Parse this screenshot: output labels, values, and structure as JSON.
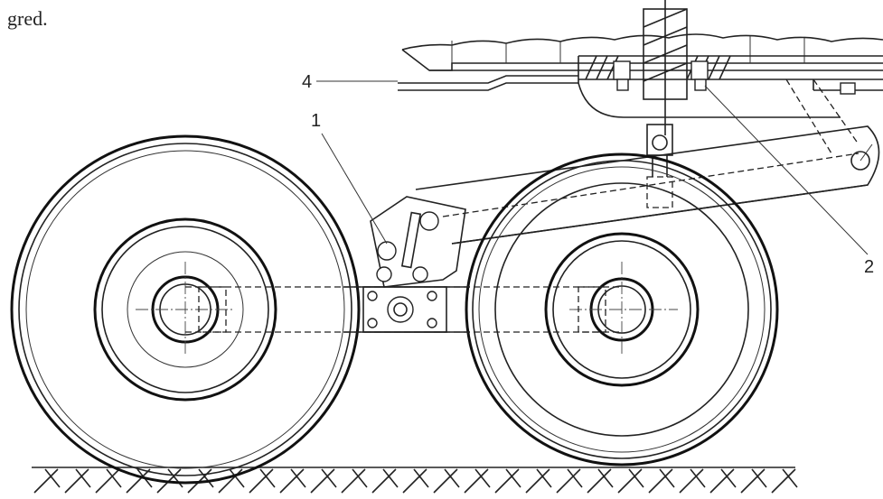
{
  "caption": {
    "text": "gred."
  },
  "callouts": [
    {
      "id": "1",
      "label": "1"
    },
    {
      "id": "2",
      "label": "2"
    },
    {
      "id": "4",
      "label": "4"
    }
  ],
  "colors": {
    "ink": "#222222",
    "paper": "#ffffff"
  }
}
